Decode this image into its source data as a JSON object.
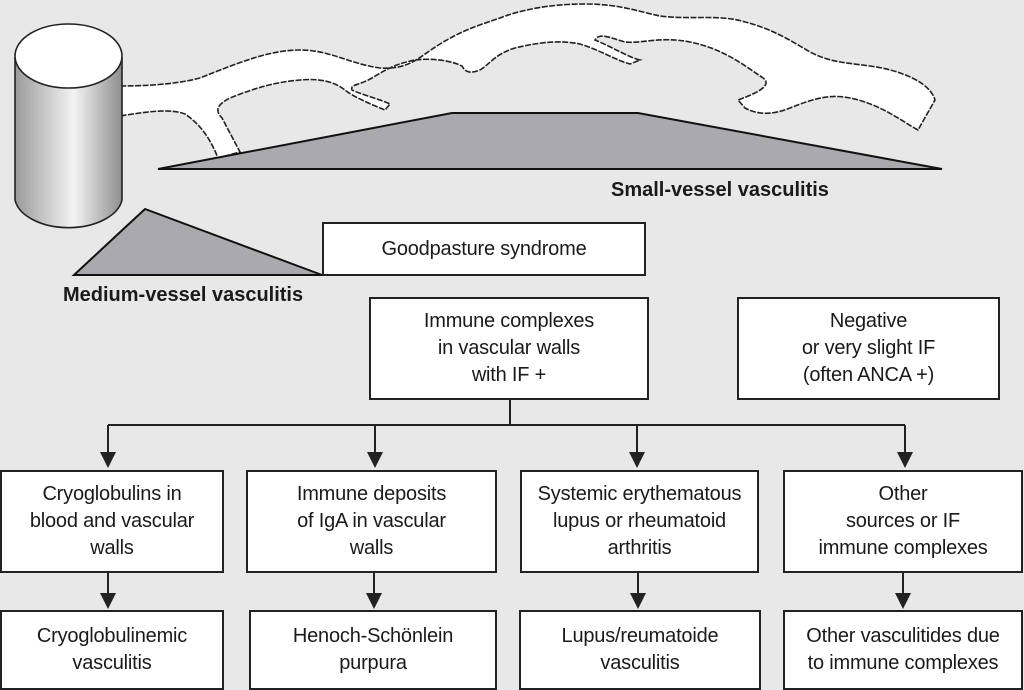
{
  "colors": {
    "background": "#e8e8e8",
    "box_fill": "#ffffff",
    "stroke": "#222222",
    "triangle_fill": "#a9a9ae"
  },
  "labels": {
    "small_vessel": "Small-vessel vasculitis",
    "medium_vessel": "Medium-vessel vasculitis"
  },
  "boxes": {
    "goodpasture": "Goodpasture syndrome",
    "immune_complexes": "Immune complexes\nin vascular walls\nwith IF +",
    "negative_if": "Negative\nor very slight IF\n(often ANCA +)"
  },
  "branches": [
    {
      "cause": "Cryoglobulins in\nblood and vascular\nwalls",
      "result": "Cryoglobulinemic\nvasculitis"
    },
    {
      "cause": "Immune deposits\nof IgA in vascular\nwalls",
      "result": "Henoch-Schönlein\npurpura"
    },
    {
      "cause": "Systemic erythematous\nlupus or rheumatoid\narthritis",
      "result": "Lupus/reumatoide\nvasculitis"
    },
    {
      "cause": "Other\nsources or IF\nimmune complexes",
      "result": "Other vasculitides due\nto immune complexes"
    }
  ]
}
